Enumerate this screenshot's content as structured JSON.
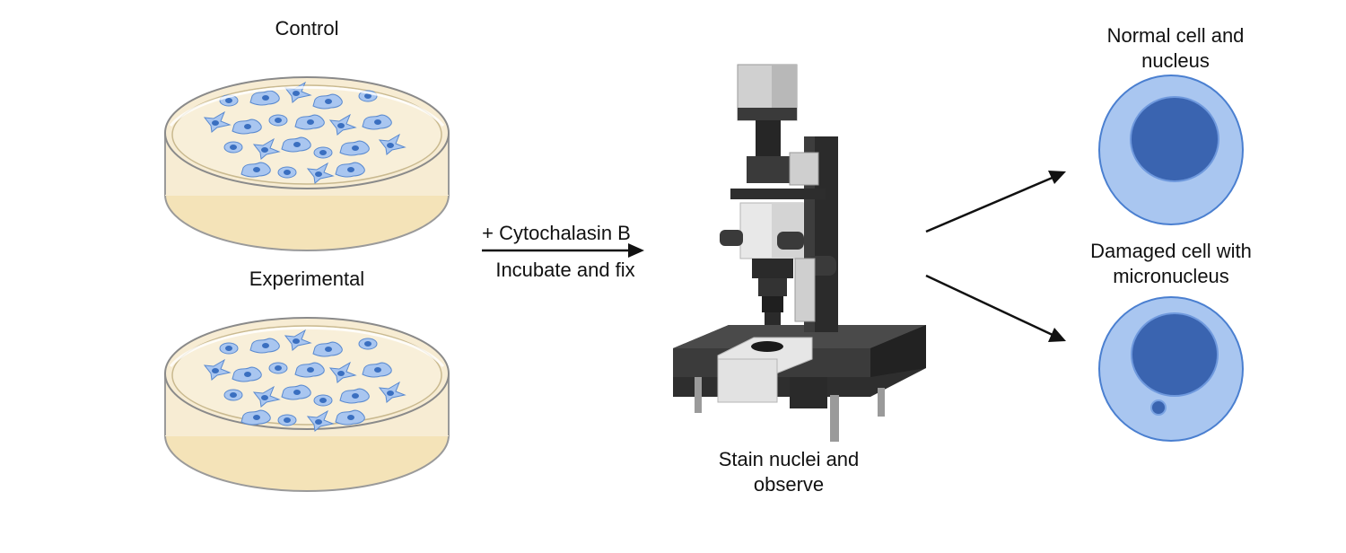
{
  "dishes": {
    "control_label": "Control",
    "experimental_label": "Experimental"
  },
  "treatment": {
    "line1": "+ Cytochalasin B",
    "line2": "Incubate and fix"
  },
  "microscope": {
    "caption_line1": "Stain nuclei and",
    "caption_line2": "observe"
  },
  "outcomes": {
    "normal_line1": "Normal cell and",
    "normal_line2": "nucleus",
    "damaged_line1": "Damaged cell with",
    "damaged_line2": "micronucleus"
  },
  "colors": {
    "cell_fill": "#a9c6f0",
    "cell_edge": "#4a7fd0",
    "nucleus": "#3a64b0",
    "dish_media": "#f7ecd3",
    "dish_rim": "#8a8a8a",
    "microscope_dark": "#2d2d2d",
    "microscope_light": "#d9d9d9"
  }
}
